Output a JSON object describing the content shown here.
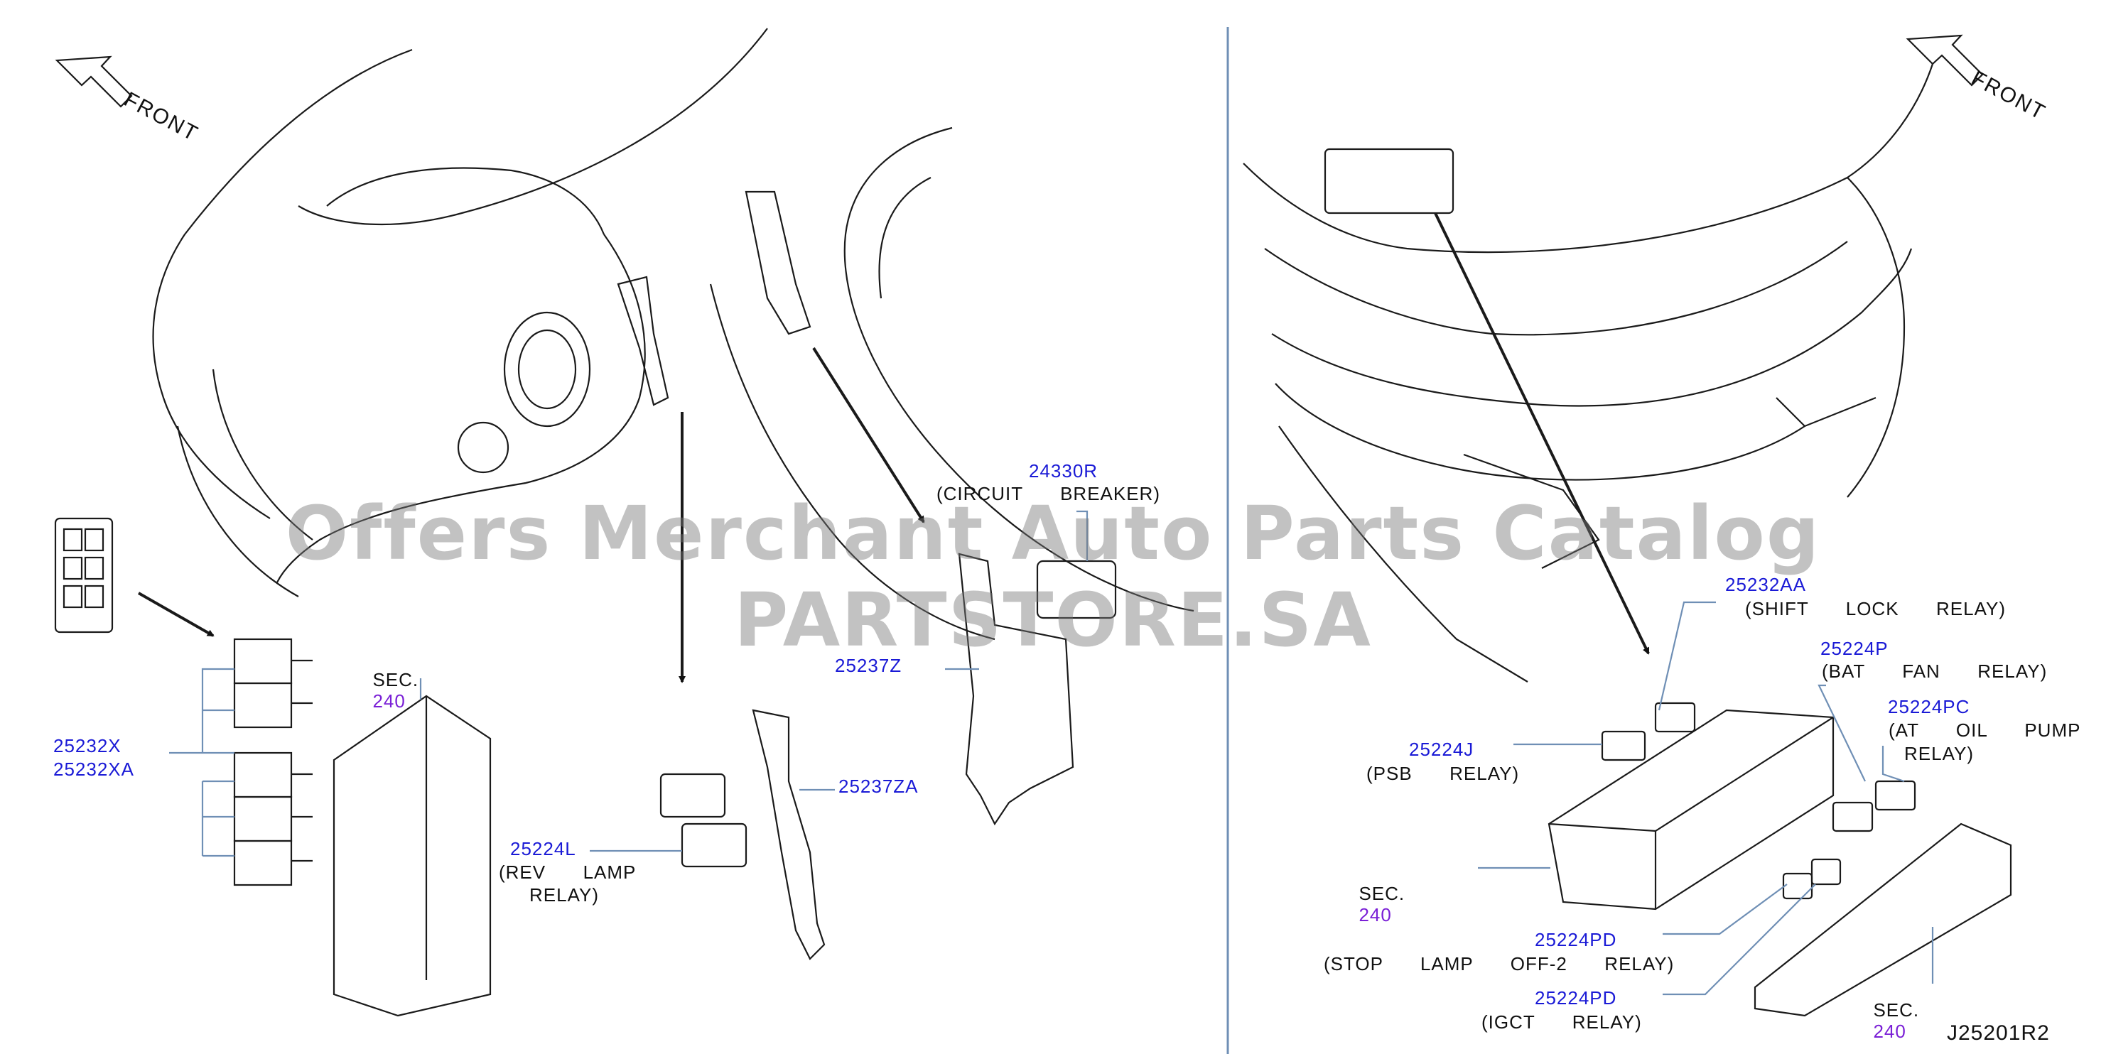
{
  "watermark": "Offers Merchant Auto Parts Catalog PARTSTORE.SA",
  "diagram_id": "J25201R2",
  "front_label": "FRONT",
  "colors": {
    "part_number": "#1a1ad6",
    "section_ref": "#7a1fd6",
    "line": "#1a1a1a",
    "divider": "#6f8fb5"
  },
  "left_panel": {
    "sec_prefix": "SEC.",
    "sec_value": "240",
    "parts": [
      {
        "number": "25232X",
        "number2": "25232XA"
      },
      {
        "number": "25224L",
        "desc1": "(REV  LAMP",
        "desc2": "RELAY)"
      },
      {
        "number": "25237Z"
      },
      {
        "number": "25237ZA"
      },
      {
        "number": "24330R",
        "desc1": "(CIRCUIT  BREAKER)"
      }
    ]
  },
  "right_panel": {
    "parts": [
      {
        "number": "25232AA",
        "desc1": "(SHIFT  LOCK  RELAY)"
      },
      {
        "number": "25224P",
        "desc1": "(BAT  FAN  RELAY)"
      },
      {
        "number": "25224PC",
        "desc1": "(AT  OIL  PUMP",
        "desc2": "RELAY)"
      },
      {
        "number": "25224J",
        "desc1": "(PSB  RELAY)"
      },
      {
        "number": "25224PD",
        "desc1": "(STOP  LAMP  OFF-2  RELAY)"
      },
      {
        "number": "25224PD",
        "desc1": "(IGCT  RELAY)"
      }
    ],
    "sec_left": {
      "prefix": "SEC.",
      "value": "240"
    },
    "sec_bottom": {
      "prefix": "SEC.",
      "value": "240"
    }
  }
}
